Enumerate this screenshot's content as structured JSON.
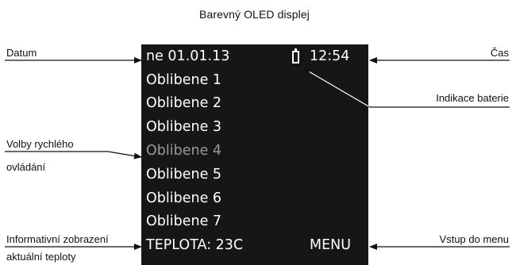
{
  "title": "Barevný OLED displej",
  "labels": {
    "datum": "Datum",
    "cas": "Čas",
    "indikace": "Indikace  baterie",
    "volby_line1": "Volby rychlého",
    "volby_line2": "ovládání",
    "info_line1": "Informativní zobrazení",
    "info_line2": "aktuální teploty",
    "vstup": "Vstup do menu"
  },
  "display": {
    "date": "ne 01.01.13",
    "time": "12:54",
    "favorites": [
      "Oblibene 1",
      "Oblibene 2",
      "Oblibene 3",
      "Oblibene 4",
      "Oblibene 5",
      "Oblibene 6",
      "Oblibene 7"
    ],
    "highlighted_index": 3,
    "temperature": "TEPLOTA: 23C",
    "menu": "MENU"
  },
  "colors": {
    "display_bg": "#161616",
    "display_text": "#ffffff",
    "dim_text": "#9a9a9a"
  }
}
